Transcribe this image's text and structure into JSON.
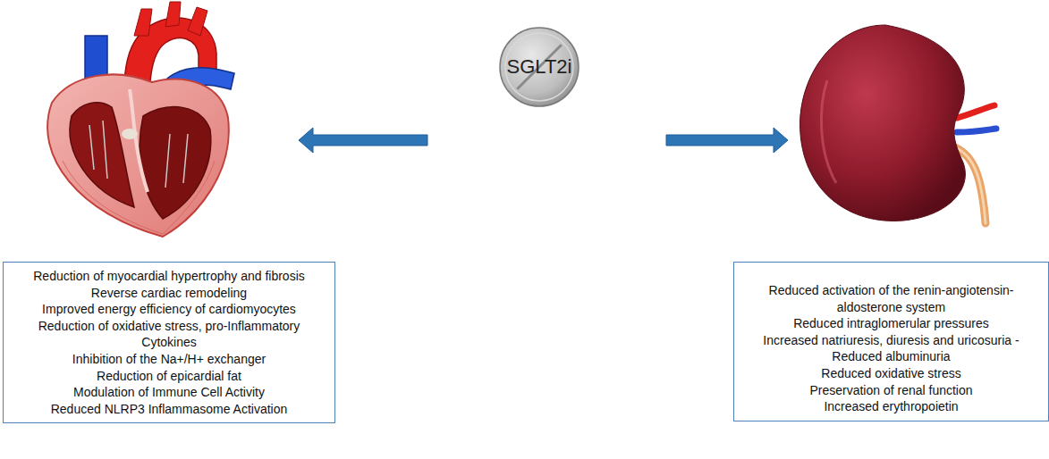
{
  "diagram": {
    "nodes": [
      {
        "text": [
          "SGLT2i"
        ]
      },
      {
        "text": [
          "Reduction of myocardial hypertrophy and fibrosis",
          "Reverse cardiac remodeling",
          "Improved energy efficiency of cardiomyocytes",
          "Reduction of oxidative stress, pro-Inflammatory Cytokines",
          "Inhibition of the Na+/H+ exchanger",
          "Reduction of epicardial fat",
          "Modulation of Immune Cell Activity",
          "Reduced NLRP3 Inflammasome Activation"
        ]
      },
      {
        "text": [
          "Reduced activation of the renin-angiotensin-aldosterone system",
          "Reduced intraglomerular pressures",
          "Increased natriuresis, diuresis and uricosuria -",
          "Reduced albuminuria",
          "Reduced oxidative stress",
          "Preservation of renal function",
          "Increased erythropoietin"
        ]
      }
    ]
  }
}
